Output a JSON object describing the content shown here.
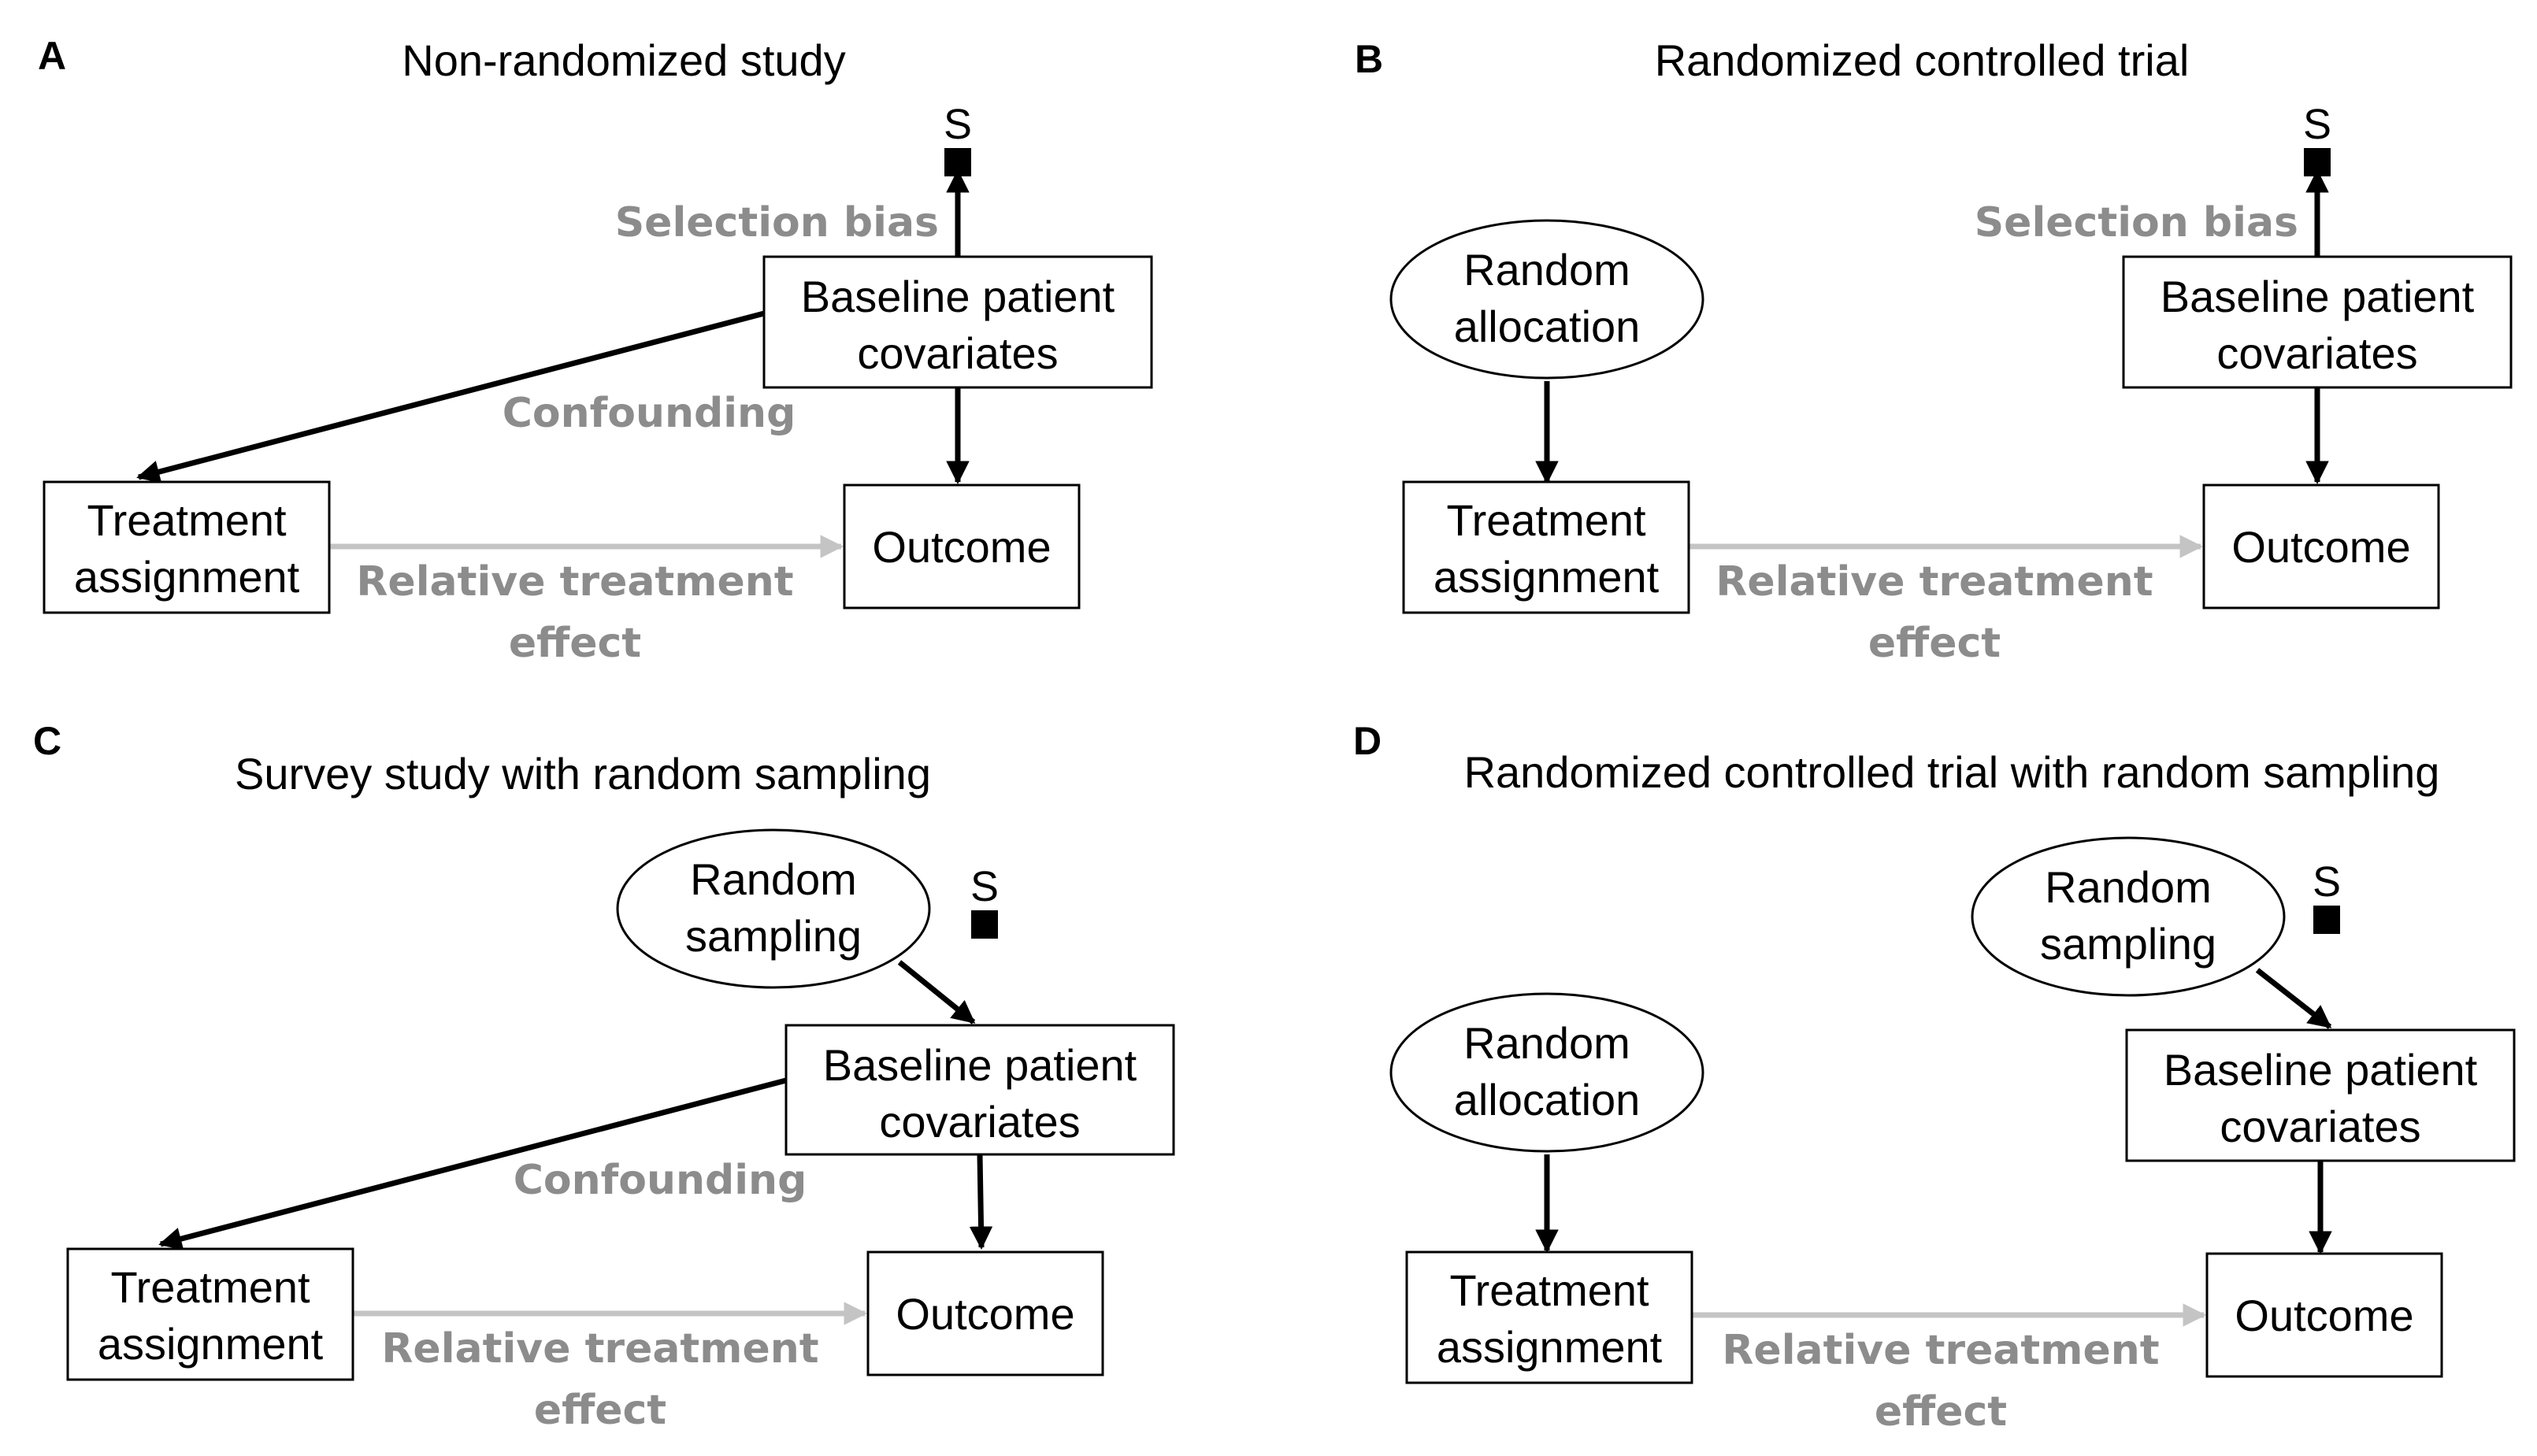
{
  "colors": {
    "edge_label": "#8c8c8c",
    "gray_arrow": "#c4c4c4",
    "black": "#000000"
  },
  "panels": [
    {
      "letter": "A",
      "title": "Non-randomized study",
      "baseline": [
        "Baseline patient",
        "covariates"
      ],
      "treatment": [
        "Treatment",
        "assignment"
      ],
      "outcome": "Outcome",
      "effect": [
        "Relative treatment",
        "effect"
      ],
      "selection_bias": "Selection bias",
      "confounding": "Confounding",
      "s_node": "S"
    },
    {
      "letter": "B",
      "title": "Randomized controlled trial",
      "random_allocation": [
        "Random",
        "allocation"
      ],
      "baseline": [
        "Baseline patient",
        "covariates"
      ],
      "treatment": [
        "Treatment",
        "assignment"
      ],
      "outcome": "Outcome",
      "effect": [
        "Relative treatment",
        "effect"
      ],
      "selection_bias": "Selection bias",
      "s_node": "S"
    },
    {
      "letter": "C",
      "title": "Survey study with random sampling",
      "random_sampling": [
        "Random",
        "sampling"
      ],
      "baseline": [
        "Baseline patient",
        "covariates"
      ],
      "treatment": [
        "Treatment",
        "assignment"
      ],
      "outcome": "Outcome",
      "effect": [
        "Relative treatment",
        "effect"
      ],
      "confounding": "Confounding",
      "s_node": "S"
    },
    {
      "letter": "D",
      "title": "Randomized controlled trial with random sampling",
      "random_allocation": [
        "Random",
        "allocation"
      ],
      "random_sampling": [
        "Random",
        "sampling"
      ],
      "baseline": [
        "Baseline patient",
        "covariates"
      ],
      "treatment": [
        "Treatment",
        "assignment"
      ],
      "outcome": "Outcome",
      "effect": [
        "Relative treatment",
        "effect"
      ],
      "s_node": "S"
    }
  ]
}
